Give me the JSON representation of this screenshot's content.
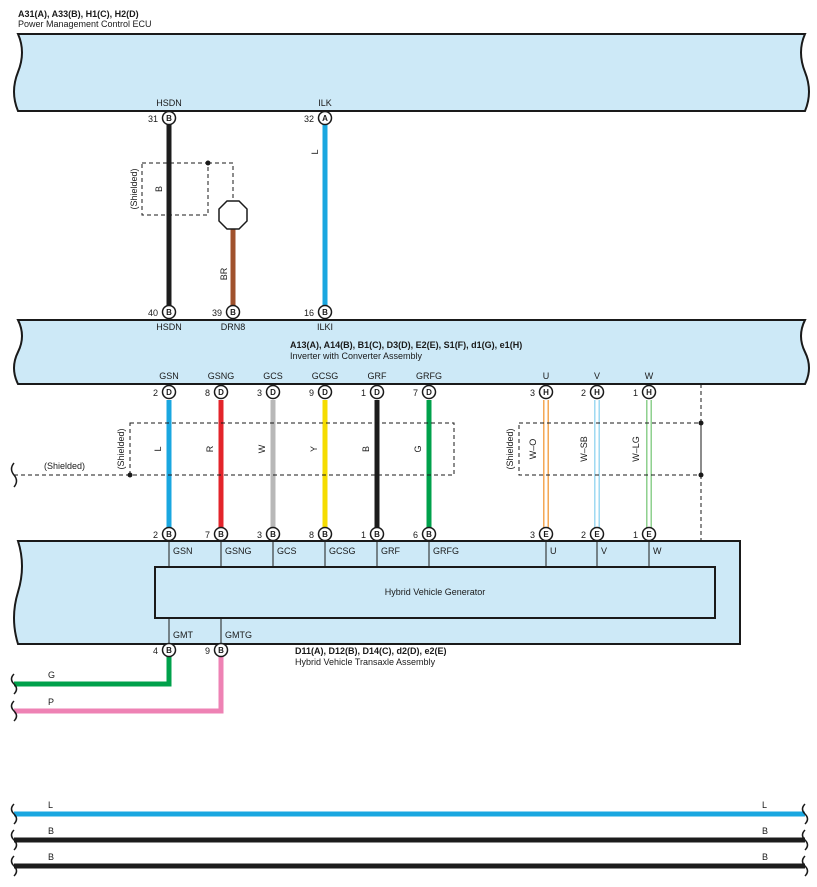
{
  "colors": {
    "ecu_fill": "#cde9f7",
    "L": "#1aa7e0",
    "B": "#1c1c1c",
    "BR": "#a0522d",
    "R": "#e3242b",
    "W": "#b8b8b8",
    "Y": "#f5dc00",
    "G": "#00a14b",
    "P": "#ee82b4",
    "O": "#f39a3a",
    "SB": "#8fd3f0",
    "LG": "#7cc97c"
  },
  "ecu_top": {
    "codes": "A31(A), A33(B), H1(C), H2(D)",
    "name": "Power Management Control ECU",
    "pins": [
      {
        "terminal": "HSDN",
        "num": "31",
        "conn": "B"
      },
      {
        "terminal": "ILK",
        "num": "32",
        "conn": "A"
      }
    ]
  },
  "inverter": {
    "codes": "A13(A), A14(B), B1(C), D3(D), E2(E), S1(F), d1(G), e1(H)",
    "name": "Inverter with Converter Assembly",
    "top_pins": [
      {
        "terminal": "HSDN",
        "num": "40",
        "conn": "B"
      },
      {
        "terminal": "DRN8",
        "num": "39",
        "conn": "B"
      },
      {
        "terminal": "ILKI",
        "num": "16",
        "conn": "B"
      }
    ],
    "bottom_pins": [
      {
        "terminal": "GSN",
        "num": "2",
        "conn": "D"
      },
      {
        "terminal": "GSNG",
        "num": "8",
        "conn": "D"
      },
      {
        "terminal": "GCS",
        "num": "3",
        "conn": "D"
      },
      {
        "terminal": "GCSG",
        "num": "9",
        "conn": "D"
      },
      {
        "terminal": "GRF",
        "num": "1",
        "conn": "D"
      },
      {
        "terminal": "GRFG",
        "num": "7",
        "conn": "D"
      },
      {
        "terminal": "U",
        "num": "3",
        "conn": "H"
      },
      {
        "terminal": "V",
        "num": "2",
        "conn": "H"
      },
      {
        "terminal": "W",
        "num": "1",
        "conn": "H"
      }
    ]
  },
  "transaxle": {
    "codes": "D11(A), D12(B), D14(C), d2(D), e2(E)",
    "name": "Hybrid Vehicle Transaxle Assembly",
    "generator": "Hybrid Vehicle Generator",
    "top_pins": [
      {
        "terminal": "GSN",
        "num": "2",
        "conn": "B"
      },
      {
        "terminal": "GSNG",
        "num": "7",
        "conn": "B"
      },
      {
        "terminal": "GCS",
        "num": "3",
        "conn": "B"
      },
      {
        "terminal": "GCSG",
        "num": "8",
        "conn": "B"
      },
      {
        "terminal": "GRF",
        "num": "1",
        "conn": "B"
      },
      {
        "terminal": "GRFG",
        "num": "6",
        "conn": "B"
      },
      {
        "terminal": "U",
        "num": "3",
        "conn": "E"
      },
      {
        "terminal": "V",
        "num": "2",
        "conn": "E"
      },
      {
        "terminal": "W",
        "num": "1",
        "conn": "E"
      }
    ],
    "bottom_pins": [
      {
        "terminal": "GMT",
        "num": "4",
        "conn": "B"
      },
      {
        "terminal": "GMTG",
        "num": "9",
        "conn": "B"
      }
    ]
  },
  "wires_top": [
    {
      "label": "B",
      "color": "B"
    },
    {
      "label": "BR",
      "color": "BR"
    },
    {
      "label": "L",
      "color": "L"
    }
  ],
  "wires_mid": [
    {
      "label": "L",
      "color": "L"
    },
    {
      "label": "R",
      "color": "R"
    },
    {
      "label": "W",
      "color": "W"
    },
    {
      "label": "Y",
      "color": "Y"
    },
    {
      "label": "B",
      "color": "B"
    },
    {
      "label": "G",
      "color": "G"
    },
    {
      "label": "W–O",
      "color": "O"
    },
    {
      "label": "W–SB",
      "color": "SB"
    },
    {
      "label": "W–LG",
      "color": "LG"
    }
  ],
  "wires_bottom": [
    {
      "label": "G",
      "color": "G"
    },
    {
      "label": "P",
      "color": "P"
    }
  ],
  "shield_label": "(Shielded)",
  "shield_ext_label": "(Shielded)",
  "buses": [
    {
      "left": "L",
      "right": "L",
      "color": "L"
    },
    {
      "left": "B",
      "right": "B",
      "color": "B"
    },
    {
      "left": "B",
      "right": "B",
      "color": "B"
    }
  ]
}
